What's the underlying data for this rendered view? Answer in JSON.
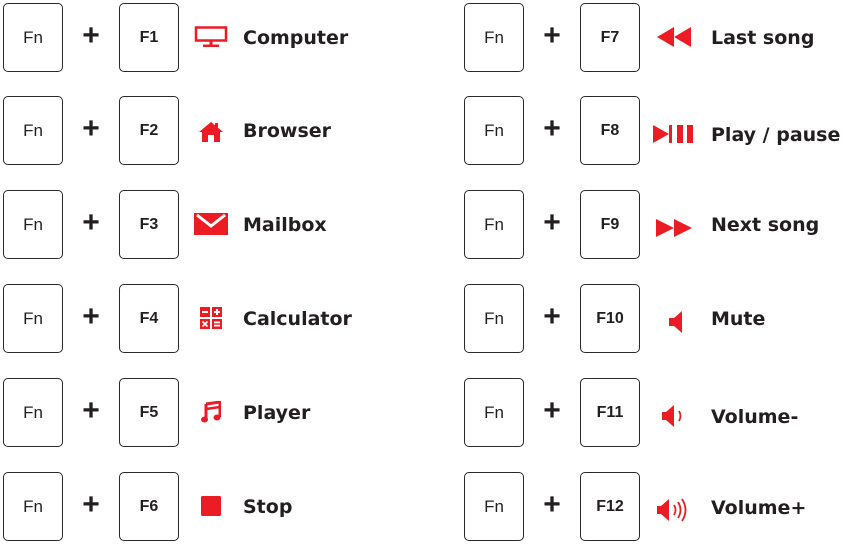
{
  "colors": {
    "accent": "#ec1c24",
    "text": "#231f20",
    "key_border": "#2a2a2a"
  },
  "plus_symbol": "+",
  "left": [
    {
      "fn": "Fn",
      "key": "F1",
      "icon": "monitor-icon",
      "label": "Computer"
    },
    {
      "fn": "Fn",
      "key": "F2",
      "icon": "home-icon",
      "label": "Browser"
    },
    {
      "fn": "Fn",
      "key": "F3",
      "icon": "mail-icon",
      "label": "Mailbox"
    },
    {
      "fn": "Fn",
      "key": "F4",
      "icon": "calculator-icon",
      "label": "Calculator"
    },
    {
      "fn": "Fn",
      "key": "F5",
      "icon": "music-note-icon",
      "label": "Player"
    },
    {
      "fn": "Fn",
      "key": "F6",
      "icon": "stop-icon",
      "label": "Stop"
    }
  ],
  "right": [
    {
      "fn": "Fn",
      "key": "F7",
      "icon": "rewind-icon",
      "label": "Last song"
    },
    {
      "fn": "Fn",
      "key": "F8",
      "icon": "play-pause-icon",
      "label": "Play / pause"
    },
    {
      "fn": "Fn",
      "key": "F9",
      "icon": "fast-forward-icon",
      "label": "Next song"
    },
    {
      "fn": "Fn",
      "key": "F10",
      "icon": "mute-icon",
      "label": "Mute"
    },
    {
      "fn": "Fn",
      "key": "F11",
      "icon": "volume-down-icon",
      "label": "Volume-"
    },
    {
      "fn": "Fn",
      "key": "F12",
      "icon": "volume-up-icon",
      "label": "Volume+"
    }
  ]
}
